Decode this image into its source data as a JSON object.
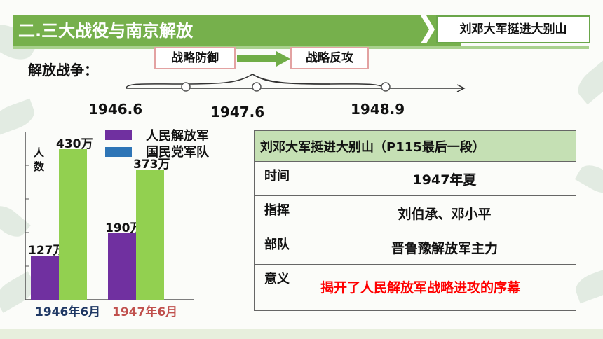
{
  "header": {
    "title": "二.三大战役与南京解放",
    "right_box": "刘邓大军挺进大别山"
  },
  "war": {
    "label": "解放战争：",
    "phases": [
      "战略防御",
      "战略反攻"
    ],
    "years": [
      "1946.6",
      "1947.6",
      "1948.9"
    ]
  },
  "legend": {
    "pla": "人民解放军",
    "kmt": "国民党军队"
  },
  "chart_data": {
    "type": "bar",
    "ylabel": "人数",
    "categories": [
      "1946年6月",
      "1947年6月"
    ],
    "series": [
      {
        "name": "人民解放军",
        "values": [
          127,
          190
        ],
        "labels": [
          "127万",
          "190万"
        ],
        "color": "#7030a0"
      },
      {
        "name": "国民党军队",
        "values": [
          430,
          373
        ],
        "labels": [
          "430万",
          "373万"
        ],
        "color": "#92d050"
      }
    ],
    "legend_colors": {
      "pla": "#7030a0",
      "kmt": "#2e75b6"
    },
    "category_colors": [
      "#1f3864",
      "#c0504d"
    ],
    "ylim": [
      0,
      480
    ]
  },
  "info_table": {
    "title": "刘邓大军挺进大别山（P115最后一段）",
    "rows": [
      {
        "key": "时间",
        "value": "1947年夏"
      },
      {
        "key": "指挥",
        "value": "刘伯承、邓小平"
      },
      {
        "key": "部队",
        "value": "晋鲁豫解放军主力"
      },
      {
        "key": "意义",
        "value": "揭开了人民解放军战略进攻的序幕"
      }
    ],
    "highlight_color": "#ff0000"
  }
}
